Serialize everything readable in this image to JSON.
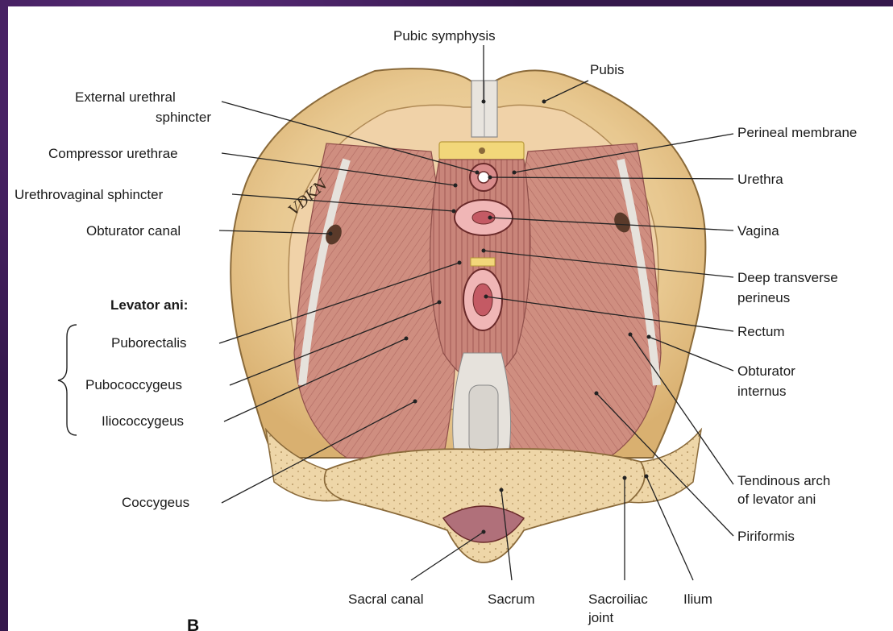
{
  "figure": {
    "panel_letter": "B",
    "signature": "VDKN",
    "group_heading": "Levator ani:"
  },
  "labels": {
    "pubic_symphysis": "Pubic symphysis",
    "pubis": "Pubis",
    "external_urethral_sphincter_1": "External urethral",
    "external_urethral_sphincter_2": "sphincter",
    "compressor_urethrae": "Compressor urethrae",
    "urethrovaginal_sphincter": "Urethrovaginal sphincter",
    "obturator_canal": "Obturator canal",
    "puborectalis": "Puborectalis",
    "pubococcygeus": "Pubococcygeus",
    "iliococcygeus": "Iliococcygeus",
    "coccygeus": "Coccygeus",
    "perineal_membrane": "Perineal membrane",
    "urethra": "Urethra",
    "vagina": "Vagina",
    "deep_transverse_perineus_1": "Deep transverse",
    "deep_transverse_perineus_2": "perineus",
    "rectum": "Rectum",
    "obturator_internus_1": "Obturator",
    "obturator_internus_2": "internus",
    "tendinous_arch_1": "Tendinous arch",
    "tendinous_arch_2": "of levator ani",
    "piriformis": "Piriformis",
    "sacral_canal": "Sacral canal",
    "sacrum": "Sacrum",
    "sacroiliac_joint_1": "Sacroiliac",
    "sacroiliac_joint_2": "joint",
    "ilium": "Ilium"
  },
  "colors": {
    "bone": "#eccf9c",
    "bone_edge": "#8a6a3a",
    "muscle": "#c98a7a",
    "muscle_dark": "#a9605a",
    "tendon": "#e6e2dc",
    "membrane": "#f2d77a",
    "background": "#ffffff"
  }
}
